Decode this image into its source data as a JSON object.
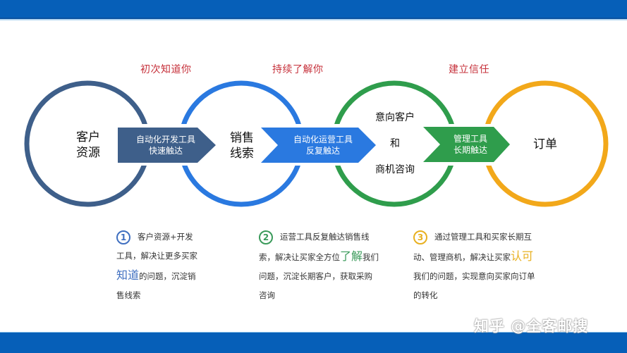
{
  "colors": {
    "bar_blue": "#065fb8",
    "stage_red": "#c6303a",
    "circle_1": "#3e5f8a",
    "circle_2": "#2a79e0",
    "circle_3": "#2f9d4c",
    "circle_4": "#f2a81a",
    "arrow_1": "#3e5f8a",
    "arrow_2": "#2a79e0",
    "arrow_3": "#2f9d4c"
  },
  "stages": [
    {
      "label": "初次知道你"
    },
    {
      "label": "持续了解你"
    },
    {
      "label": "建立信任"
    }
  ],
  "nodes": [
    {
      "line1": "客户",
      "line2": "资源"
    },
    {
      "line1": "销售",
      "line2": "线索"
    },
    {
      "line1": "意向客户",
      "line2": "和",
      "line3": "商机咨询"
    },
    {
      "line1": "订单"
    }
  ],
  "arrows": [
    {
      "line1": "自动化开发工具",
      "line2": "快速触达"
    },
    {
      "line1": "自动化运营工具",
      "line2": "反复触达"
    },
    {
      "line1": "管理工具",
      "line2": "长期触达"
    }
  ],
  "descriptions": [
    {
      "number": "1",
      "pre": "客户资源+开发工具，解决让更多买家",
      "highlight": "知道",
      "post": "的问题，沉淀销售线索",
      "color": "#3f6fc0"
    },
    {
      "number": "2",
      "pre": "运营工具反复触达销售线索，解决让买家全方位",
      "highlight": "了解",
      "post": "我们问题，沉淀长期客户，获取采购咨询",
      "color": "#3a9a5a"
    },
    {
      "number": "3",
      "pre": "通过管理工具和买家长期互动、管理商机，解决让买家",
      "highlight": "认可",
      "post": "我们的问题，实现意向买家向订单的转化",
      "color": "#e8b020"
    }
  ],
  "watermark": "知乎 @全客邮搜"
}
